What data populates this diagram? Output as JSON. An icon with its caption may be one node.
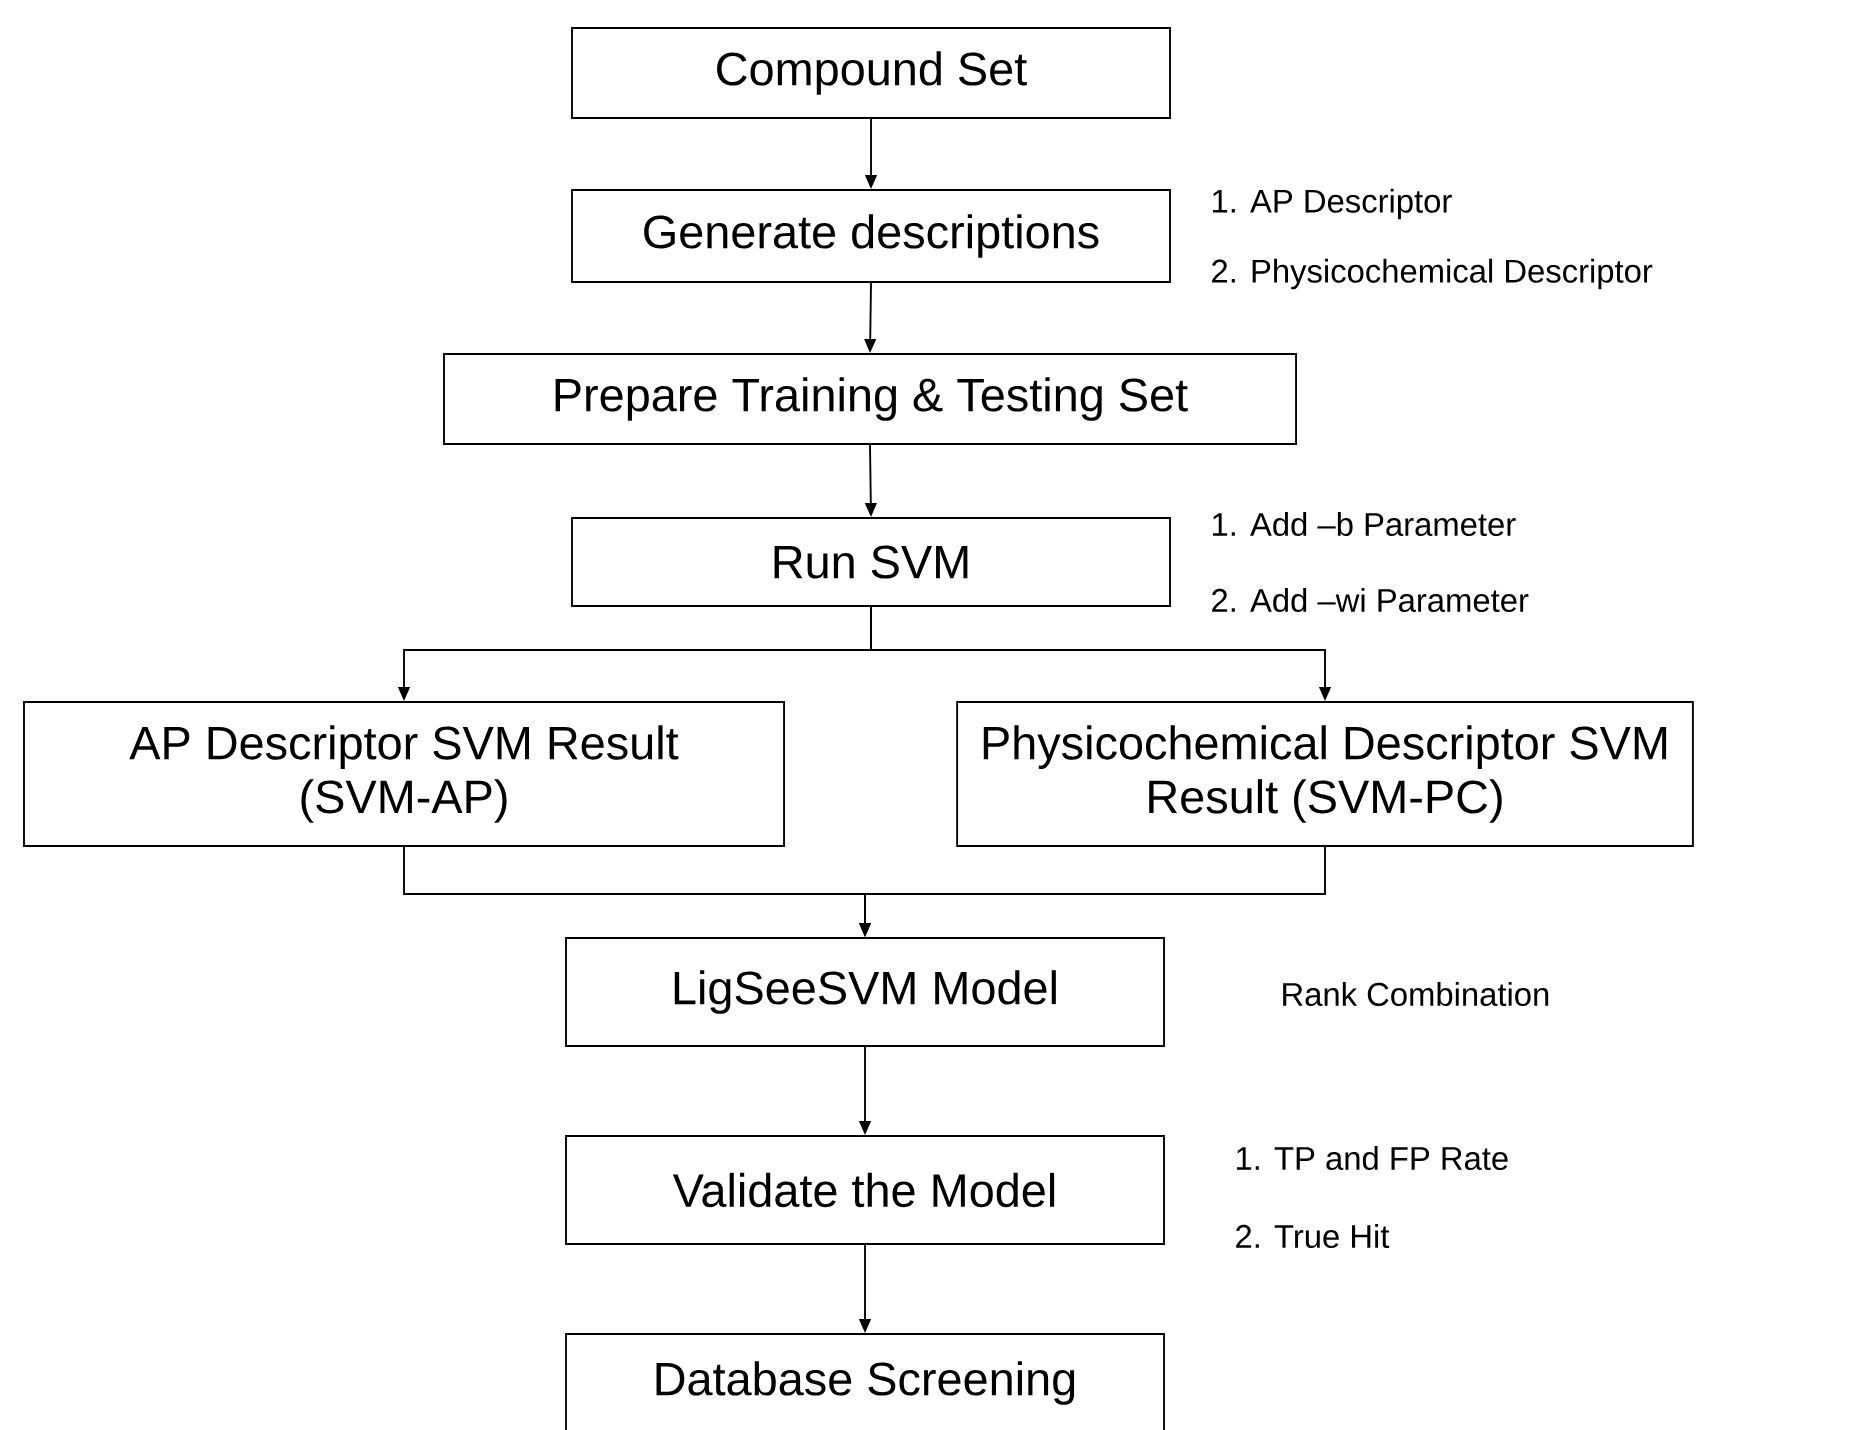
{
  "diagram": {
    "nodes": [
      {
        "text": [
          "Compound Set"
        ]
      },
      {
        "text": [
          "Generate descriptions"
        ],
        "beside": [
          "1. AP Descriptor",
          "2. Physicochemical Descriptor"
        ]
      },
      {
        "text": [
          "Prepare Training & Testing Set"
        ]
      },
      {
        "text": [
          "Run SVM"
        ],
        "beside": [
          "1. Add –b Parameter",
          "2. Add –wi Parameter"
        ]
      },
      {
        "text": [
          "AP Descriptor SVM Result (SVM-AP)"
        ]
      },
      {
        "text": [
          "Physicochemical Descriptor SVM Result (SVM-PC)"
        ]
      },
      {
        "text": [
          "LigSeeSVM Model"
        ],
        "beside": [
          "Rank Combination"
        ]
      },
      {
        "text": [
          "Validate the Model"
        ],
        "beside": [
          "1. TP and FP Rate",
          "2. True Hit"
        ]
      },
      {
        "text": [
          "Database Screening"
        ]
      }
    ],
    "edges": [
      {
        "from": 0,
        "to": 1,
        "arrow": "to"
      },
      {
        "from": 1,
        "to": 2,
        "arrow": "to"
      },
      {
        "from": 2,
        "to": 3,
        "arrow": "to"
      },
      {
        "from": 3,
        "to": 4,
        "arrow": "to"
      },
      {
        "from": 3,
        "to": 5,
        "arrow": "to"
      },
      {
        "from": 4,
        "to": 6,
        "arrow": "to"
      },
      {
        "from": 5,
        "to": 6,
        "arrow": "to"
      },
      {
        "from": 6,
        "to": 7,
        "arrow": "to"
      },
      {
        "from": 7,
        "to": 8,
        "arrow": "to"
      }
    ]
  }
}
